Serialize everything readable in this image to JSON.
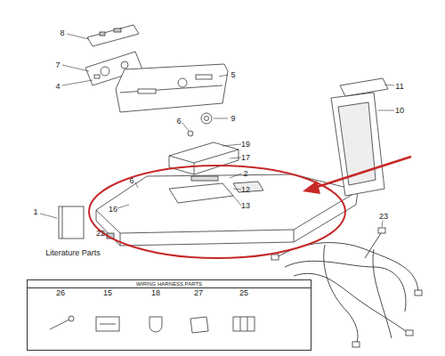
{
  "diagram": {
    "nodes": [
      {
        "text": [
          "WIRING HARNESS PARTS"
        ]
      }
    ],
    "edges": [],
    "labels": [
      "8",
      "7",
      "4",
      "5",
      "6",
      "9",
      "11",
      "10",
      "1",
      "Literature Parts",
      "19",
      "17",
      "2",
      "6",
      "12",
      "13",
      "16",
      "22",
      "23",
      "26",
      "15",
      "18",
      "27",
      "25"
    ]
  }
}
